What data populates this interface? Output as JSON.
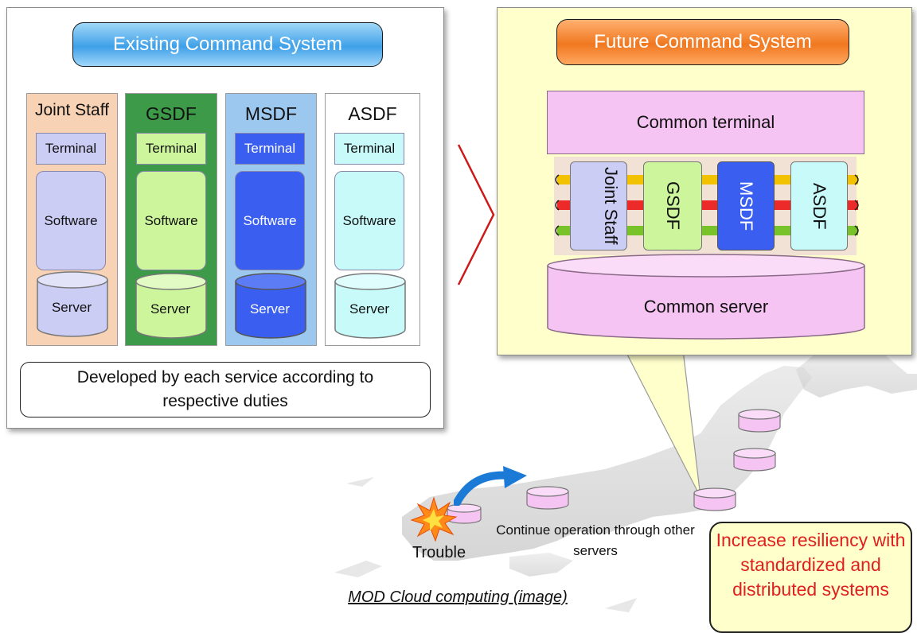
{
  "existing": {
    "title": "Existing Command System",
    "columns": [
      {
        "name": "Joint Staff",
        "terminal": "Terminal",
        "software": "Software",
        "server": "Server"
      },
      {
        "name": "GSDF",
        "terminal": "Terminal",
        "software": "Software",
        "server": "Server"
      },
      {
        "name": "MSDF",
        "terminal": "Terminal",
        "software": "Software",
        "server": "Server"
      },
      {
        "name": "ASDF",
        "terminal": "Terminal",
        "software": "Software",
        "server": "Server"
      }
    ],
    "caption": "Developed by each service according to respective duties"
  },
  "future": {
    "title": "Future Command System",
    "common_terminal": "Common terminal",
    "services": [
      "Joint Staff",
      "GSDF",
      "MSDF",
      "ASDF"
    ],
    "common_server": "Common server"
  },
  "map": {
    "trouble_label": "Trouble",
    "continue_label": "Continue operation through other servers",
    "resiliency_label": "Increase resiliency with standardized and distributed systems",
    "figure_caption": "MOD Cloud computing (image)"
  },
  "colors": {
    "jointstaff_bg": "#f8d2b4",
    "gsdf_bg": "#3c9a48",
    "msdf_bg": "#9cc8f0",
    "asdf_bg": "#ffffff",
    "jointstaff_box": "#cccdf4",
    "gsdf_box": "#ccf59c",
    "msdf_box": "#3a5ff0",
    "asdf_box": "#c8fafa",
    "future_panel": "#ffffcc",
    "future_title": "#f07820",
    "existing_title": "#3fa0e8",
    "common_pink": "#f6c4f3",
    "resiliency_text": "#e02020",
    "arrow_blue": "#1a7ad6",
    "chevron_red": "#cc1a1a"
  }
}
